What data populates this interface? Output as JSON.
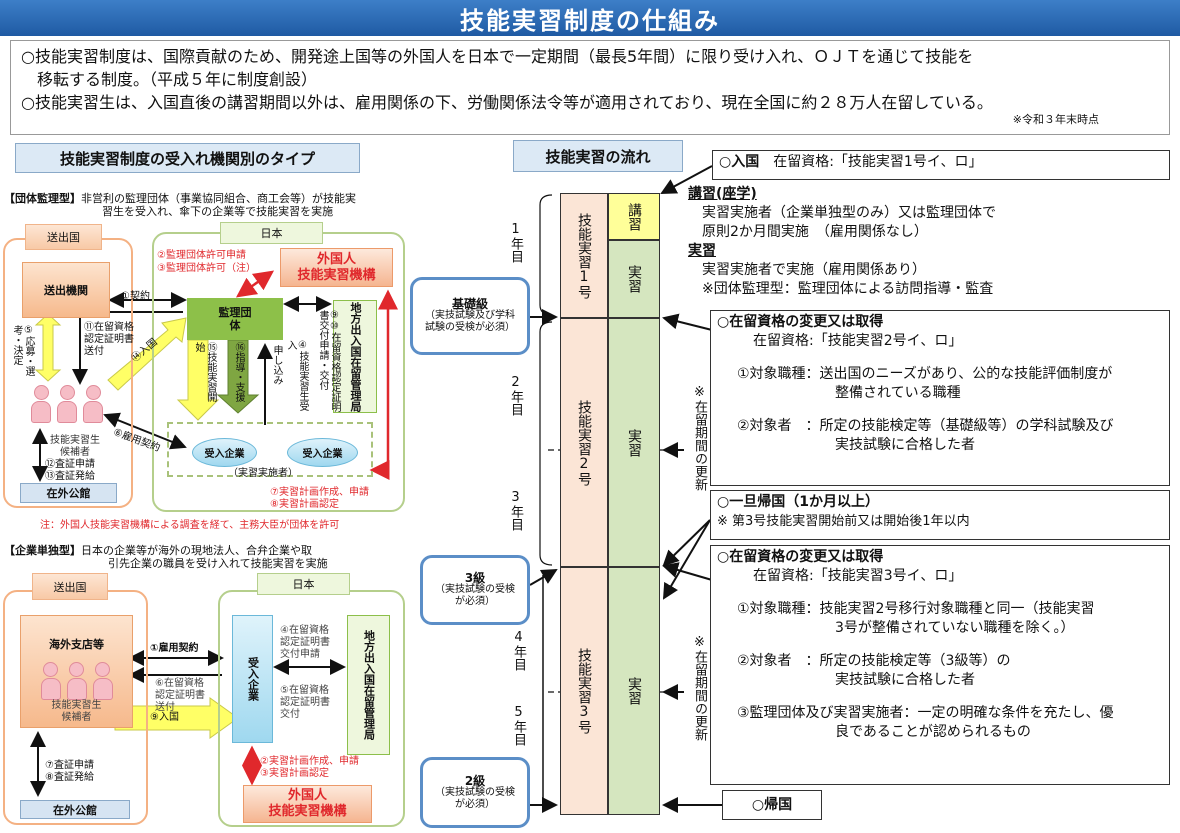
{
  "title": "技能実習制度の仕組み",
  "intro": {
    "line1": "○技能実習制度は、国際貢献のため、開発途上国等の外国人を日本で一定期間（最長5年間）に限り受け入れ、ＯＪＴを通じて技能を",
    "line2": "　移転する制度。（平成５年に制度創設）",
    "line3": "○技能実習生は、入国直後の講習期間以外は、雇用関係の下、労働関係法令等が適用されており、現在全国に約２８万人在留している。",
    "note": "※令和３年末時点"
  },
  "left": {
    "header": "技能実習制度の受入れ機関別のタイプ",
    "group": {
      "tag": "【団体監理型】",
      "desc1": "非営利の監理団体（事業協同組合、商工会等）が技能実",
      "desc2": "習生を受入れ、傘下の企業等で技能実習を実施",
      "sending_country": "送出国",
      "japan": "日本",
      "sending_org": "送出機関",
      "kanri": "監理団体",
      "kikou1": "外国人",
      "kikou2": "技能実習機構",
      "immigration": "地方出入国在留管理局",
      "candidates1": "技能実習生",
      "candidates2": "候補者",
      "embassy": "在外公館",
      "company": "受入企業",
      "implementer": "（実習実施者）",
      "s1": "①契約",
      "s2": "②監理団体許可申請",
      "s3": "③監理団体許可（注）",
      "s4": "④技能実習生受入",
      "s4b": "申し込み",
      "s5": "⑤応募・選考・決定",
      "s6": "⑥雇用契約",
      "s7": "⑦実習計画作成、申請",
      "s8": "⑧実習計画認定",
      "s910": "⑨⑩在留資格認定証明書交付申請・交付",
      "s11a": "⑪在留資格",
      "s11b": "認定証明書",
      "s11c": "送付",
      "s12": "⑫査証申請",
      "s13": "⑬査証発給",
      "s14": "⑭入国",
      "s15": "⑮技能実習開始",
      "s16": "⑯指導・支援"
    },
    "note": "注：外国人技能実習機構による調査を経て、主務大臣が団体を許可",
    "corp": {
      "tag": "【企業単独型】",
      "desc1": "日本の企業等が海外の現地法人、合弁企業や取",
      "desc2": "引先企業の職員を受け入れて技能実習を実施",
      "sending_country": "送出国",
      "japan": "日本",
      "branch": "海外支店等",
      "candidates1": "技能実習生",
      "candidates2": "候補者",
      "company": "受入企業",
      "immigration": "地方出入国在留管理局",
      "kikou1": "外国人",
      "kikou2": "技能実習機構",
      "embassy": "在外公館",
      "s1": "①雇用契約",
      "s2": "②実習計画作成、申請",
      "s3": "③実習計画認定",
      "s4a": "④在留資格",
      "s4b": "認定証明書",
      "s4c": "交付申請",
      "s5a": "⑤在留資格",
      "s5b": "認定証明書",
      "s5c": "交付",
      "s6a": "⑥在留資格",
      "s6b": "認定証明書",
      "s6c": "送付",
      "s7": "⑦査証申請",
      "s8": "⑧査証発給",
      "s9": "⑨入国"
    }
  },
  "flow": {
    "header": "技能実習の流れ",
    "years": [
      "1年目",
      "2年目",
      "3年目",
      "4年目",
      "5年目"
    ],
    "col1": [
      "技能実習1号",
      "技能実習2号",
      "技能実習3号"
    ],
    "kousyu": "講習",
    "jissyu": "実習",
    "lv_basic": {
      "name": "基礎級",
      "desc": "（実技試験及び学科試験の受検が必須）"
    },
    "lv3": {
      "name": "3級",
      "desc": "（実技試験の受検が必須）"
    },
    "lv2": {
      "name": "2級",
      "desc": "（実技試験の受検が必須）"
    },
    "renew": "※在留期間の更新",
    "entry": {
      "head": "○入国",
      "text": "在留資格:「技能実習1号イ、ロ」"
    },
    "lecture": {
      "head": "講習(座学)",
      "l1": "実習実施者（企業単独型のみ）又は監理団体で",
      "l2": "原則2か月間実施　（雇用関係なし）"
    },
    "practice": {
      "head": "実習",
      "l1": "実習実施者で実施（雇用関係あり）",
      "l2": "※団体監理型：監理団体による訪問指導・監査"
    },
    "change2": {
      "head": "○在留資格の変更又は取得",
      "status": "在留資格:「技能実習2号イ、ロ」",
      "c1a": "①対象職種：送出国のニーズがあり、公的な技能評価制度が",
      "c1b": "整備されている職種",
      "c2a": "②対象者　：所定の技能検定等（基礎級等）の学科試験及び",
      "c2b": "実技試験に合格した者"
    },
    "return_once": {
      "head": "○一旦帰国（1か月以上）",
      "note": "※ 第3号技能実習開始前又は開始後1年以内"
    },
    "change3": {
      "head": "○在留資格の変更又は取得",
      "status": "在留資格:「技能実習3号イ、ロ」",
      "c1a": "①対象職種：技能実習2号移行対象職種と同一（技能実習",
      "c1b": "3号が整備されていない職種を除く。）",
      "c2a": "②対象者　：所定の技能検定等（3級等）の",
      "c2b": "実技試験に合格した者",
      "c3a": "③監理団体及び実習実施者：一定の明確な条件を充たし、優",
      "c3b": "良であることが認められるもの"
    },
    "return_home": "○帰国"
  },
  "colors": {
    "title_bar": "#1f5aa3",
    "green": "#8dc049",
    "peach": "#fde4cf",
    "yellow": "#ffff99",
    "red": "#e0282c",
    "blue_outline": "#5b8ec7"
  }
}
